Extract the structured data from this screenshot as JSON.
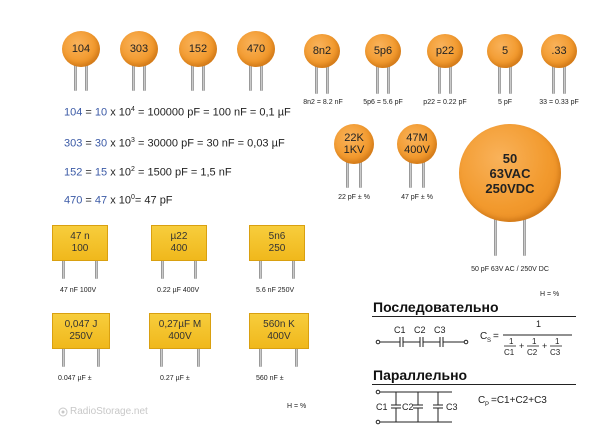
{
  "disc_caps_top": [
    {
      "code": "104"
    },
    {
      "code": "303"
    },
    {
      "code": "152"
    },
    {
      "code": "470"
    }
  ],
  "disc_caps_right": [
    {
      "code": "8n2",
      "caption": "8n2 = 8.2 nF"
    },
    {
      "code": "5p6",
      "caption": "5p6 = 5.6 pF"
    },
    {
      "code": "p22",
      "caption": "p22 = 0.22 pF"
    },
    {
      "code": "5",
      "caption": "5 pF"
    },
    {
      "code": ".33",
      "caption": "33 = 0.33 pF"
    }
  ],
  "formulas": [
    {
      "code": "104",
      "eq": " = ",
      "mant": "10",
      "times": " x 10",
      "exp": "4",
      "rest": " = 100000 pF = 100 nF = 0,1 µF"
    },
    {
      "code": "303",
      "eq": " = ",
      "mant": "30",
      "times": " x 10",
      "exp": "3",
      "rest": " = 30000 pF = 30 nF = 0,03 µF"
    },
    {
      "code": "152",
      "eq": " = ",
      "mant": "15",
      "times": " x 10",
      "exp": "2",
      "rest": " = 1500 pF = 1,5 nF"
    },
    {
      "code": "470",
      "eq": " = ",
      "mant": "47",
      "times": " x 10",
      "exp": "0",
      "rest": "= 47 pF"
    }
  ],
  "hv_caps": [
    {
      "line1": "22K",
      "line2": "1KV",
      "caption": "22 pF ± %"
    },
    {
      "line1": "47M",
      "line2": "400V",
      "caption": "47 pF ± %"
    }
  ],
  "big_cap": {
    "line1": "50",
    "line2": "63VAC",
    "line3": "250VDC",
    "caption": "50 pF 63V AC / 250V DC"
  },
  "big_note": "H = %",
  "film_caps": [
    {
      "line1": "47 n",
      "line2": "100",
      "caption": "47 nF 100V"
    },
    {
      "line1": "µ22",
      "line2": "400",
      "caption": "0.22 µF 400V"
    },
    {
      "line1": "5n6",
      "line2": "250",
      "caption": "5.6 nF 250V"
    },
    {
      "line1": "0,047 J",
      "line2": "250V",
      "caption": "0.047 µF ±"
    },
    {
      "line1": "0,27µF M",
      "line2": "400V",
      "caption": "0.27 µF ±"
    },
    {
      "line1": "560n K",
      "line2": "400V",
      "caption": "560 nF ±"
    }
  ],
  "film_note": "H = %",
  "series": {
    "title": "Последовательно",
    "labels": [
      "C1",
      "C2",
      "C3"
    ],
    "formula_lhs": "C",
    "formula_sub": "S",
    "one": "1",
    "terms": [
      "C1",
      "C2",
      "C3"
    ],
    "plus": "+",
    "equals": "="
  },
  "parallel": {
    "title": "Параллельно",
    "labels": [
      "C1",
      "C2",
      "C3"
    ],
    "formula_lhs": "C",
    "formula_sub": "P",
    "formula_rhs": "=C1+C2+C3"
  },
  "watermark": "RadioStorage.net",
  "colors": {
    "disc": "#f29a2e",
    "film": "#f0b81c",
    "formula_blue": "#3b5aa6"
  }
}
